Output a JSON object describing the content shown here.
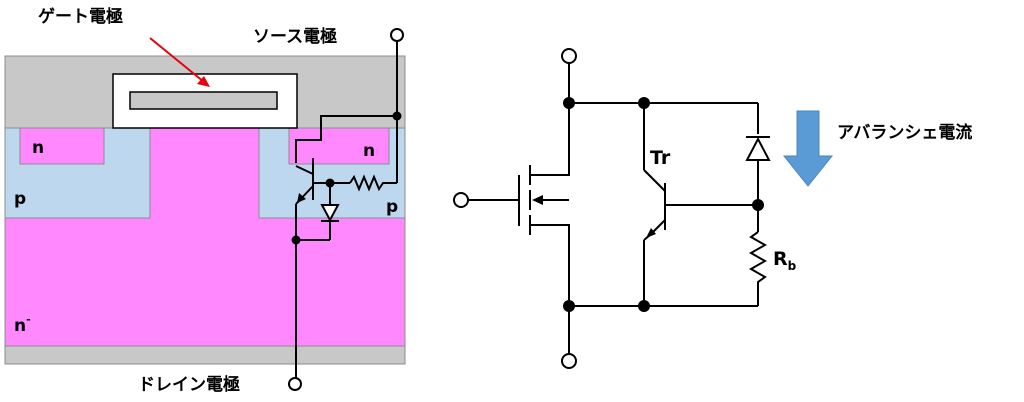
{
  "cross_section": {
    "gate_electrode_label": "ゲート電極",
    "source_electrode_label": "ソース電極",
    "drain_electrode_label": "ドレイン電極",
    "region_n_left": "n",
    "region_n_right": "n",
    "region_p_left": "p",
    "region_p_right": "p",
    "region_n_minus_base": "n",
    "region_n_minus_sup": "-"
  },
  "circuit": {
    "avalanche_label": "アバランシェ電流",
    "transistor_label": "Tr",
    "resistor_label_base": "R",
    "resistor_label_sub": "b"
  },
  "colors": {
    "metal_gray": "#c8c8c8",
    "n_region": "#ff88ff",
    "p_region": "#bdd7ee",
    "arrow_red": "#e8000b",
    "avalanche_arrow": "#5b9bd5",
    "wire": "#000000"
  }
}
